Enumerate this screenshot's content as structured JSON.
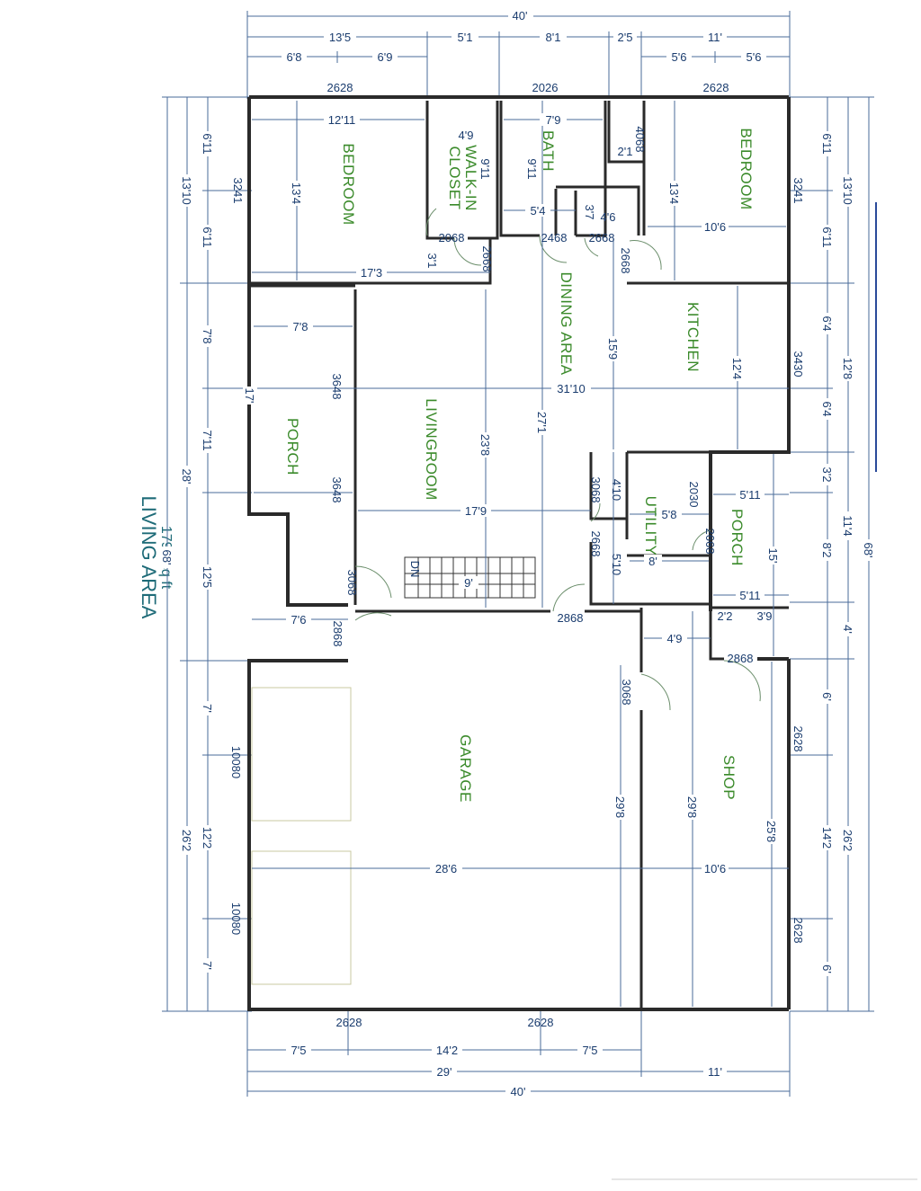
{
  "title": {
    "main": "LIVING AREA",
    "sub": "1795 sq ft"
  },
  "rooms": {
    "bedroom_left": "BEDROOM",
    "closet_line1": "WALK-IN",
    "closet_line2": "CLOSET",
    "bath": "BATH",
    "bedroom_right": "BEDROOM",
    "dining": "DINING AREA",
    "kitchen": "KITCHEN",
    "porch_left": "PORCH",
    "livingroom": "LIVINGROOM",
    "utility": "UTILITY",
    "porch_right": "PORCH",
    "garage": "GARAGE",
    "shop": "SHOP",
    "stair_dn": "DN"
  },
  "top_dims": {
    "overall": "40'",
    "a": "13'5",
    "b": "5'1",
    "c": "8'1",
    "d": "2'5",
    "e": "11'",
    "f": "6'8",
    "g": "6'9",
    "h": "5'6",
    "i": "5'6"
  },
  "windows_top": {
    "w1": "2628",
    "w2": "2026",
    "w3": "2628"
  },
  "left_dims": {
    "overall": "68'",
    "upper": "28'",
    "lower": "26'2",
    "bedroom": "13'10",
    "s1": "6'11",
    "s2": "6'11",
    "s3": "7'8",
    "s4": "7'11",
    "s5": "12'5",
    "s6": "7'",
    "s7": "12'2",
    "s8": "7'"
  },
  "right_dims": {
    "overall": "68'",
    "bedroom": "13'10",
    "kitchen": "12'8",
    "porch": "11'4",
    "lower": "26'2",
    "s1": "6'11",
    "s2": "6'11",
    "s3": "6'4",
    "s4": "6'4",
    "s5": "3'2",
    "s6": "8'2",
    "s7": "4'",
    "s8": "6'",
    "s9": "14'2",
    "s10": "6'"
  },
  "bottom_dims": {
    "overall": "40'",
    "garage": "29'",
    "shop": "11'",
    "a": "7'5",
    "b": "14'2",
    "c": "7'5",
    "win1": "2628",
    "win2": "2628"
  },
  "interior_dims": {
    "bed_l_w": "12'11",
    "bed_l_h": "13'4",
    "win_bed_l": "3241",
    "closet_w": "4'9",
    "closet_h": "9'11",
    "door_closet": "2068",
    "closet_jog": "3'1",
    "door_2668a": "2668",
    "bath_w": "7'9",
    "bath_h": "9'11",
    "bath_sub_w": "5'4",
    "bath_sub_h": "3'7",
    "bath_sub_w2": "4'6",
    "door_2468": "2468",
    "door_2668b": "2668",
    "door_4068": "4068",
    "small_2_1": "2'1",
    "bed_r_h": "13'4",
    "bed_r_w": "10'6",
    "win_bed_r": "3241",
    "door_2668c": "2668",
    "bed_l_bottom": "17'3",
    "porch_l_w": "7'8",
    "porch_l_h": "17'",
    "win_3648a": "3648",
    "win_3648b": "3648",
    "living_total": "31'10",
    "dining_h": "15'9",
    "living_h": "23'8",
    "house_h": "27'1",
    "kitchen_h": "12'4",
    "win_kitchen": "3430",
    "living_w": "17'9",
    "door_3068a": "3068",
    "util_4_10": "4'10",
    "door_2030": "2030",
    "util_5_11a": "5'11",
    "util_5_8": "5'8",
    "door_2668d": "2668",
    "door_2668e": "2668",
    "util_5_10": "5'10",
    "util_8": "8'",
    "porch_r_15": "15'",
    "util_5_11b": "5'11",
    "stair_w": "9'",
    "door_3068b": "3068",
    "door_2868a": "2868",
    "porch_l_bottom": "7'6",
    "door_2868b": "2868",
    "shop_2_2": "2'2",
    "shop_3_9": "3'9",
    "shop_4_9": "4'9",
    "door_2868c": "2868",
    "door_3068c": "3068",
    "gdoor1": "10080",
    "gdoor2": "10080",
    "garage_h": "29'8",
    "garage_w": "28'6",
    "shop_h": "29'8",
    "shop_w": "10'6",
    "shop_h2": "25'8",
    "win_shop1": "2628",
    "win_shop2": "2628"
  }
}
